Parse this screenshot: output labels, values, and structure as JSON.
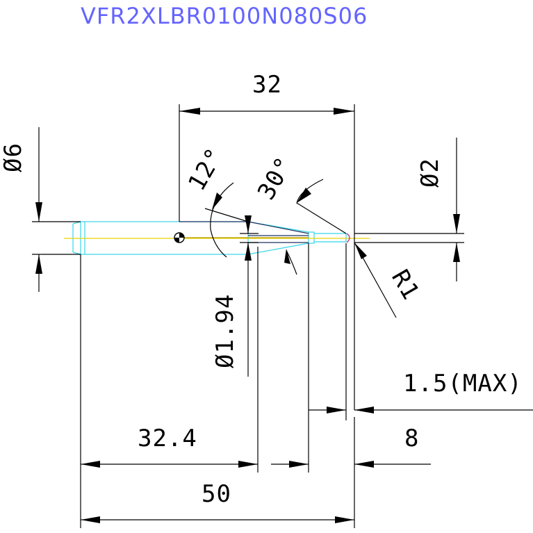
{
  "title": "VFR2XLBR0100N080S06",
  "dimensions": {
    "flute_length": "32",
    "shank_diameter": "Ø6",
    "angle_12": "12°",
    "angle_30": "30°",
    "tip_diameter": "Ø2",
    "neck_diameter": "Ø1.94",
    "radius": "R1",
    "max_dim": "1.5(MAX)",
    "neck_length": "32.4",
    "tip_length": "8",
    "overall_length": "50"
  },
  "colors": {
    "title": "#6464ff",
    "outline": "#35d6e8",
    "centerline": "#e6d200",
    "dimension": "#000000",
    "tip_mark": "#c0408c"
  }
}
